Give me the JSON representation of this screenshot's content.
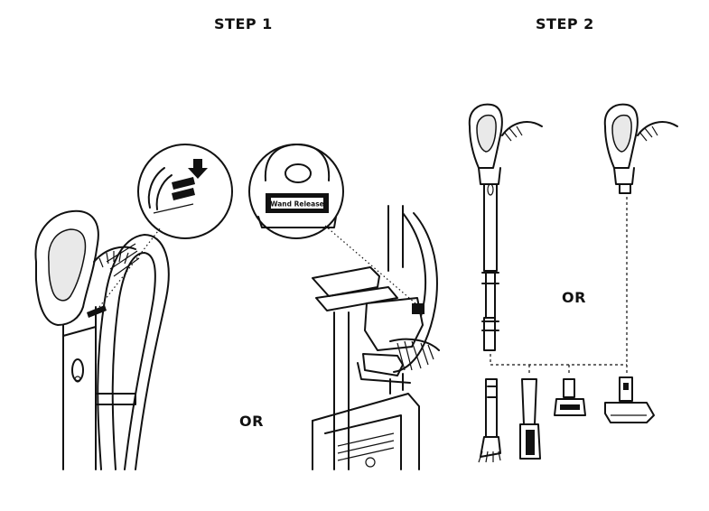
{
  "steps": {
    "step1_label": "STEP 1",
    "step2_label": "STEP 2",
    "or_step1": "OR",
    "or_step2": "OR",
    "wand_release_label": "Wand Release"
  },
  "colors": {
    "line": "#111111",
    "background": "#ffffff"
  }
}
